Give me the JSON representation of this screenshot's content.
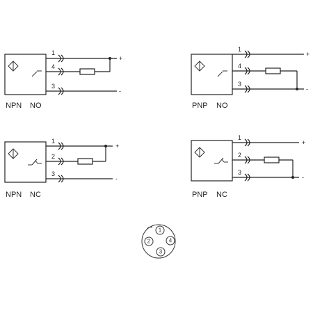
{
  "diagrams": [
    {
      "id": "npn-no",
      "type_label": "NPN",
      "mode_label": "NO",
      "pins": [
        "1",
        "4",
        "3"
      ],
      "supply": [
        "+",
        "-"
      ]
    },
    {
      "id": "pnp-no",
      "type_label": "PNP",
      "mode_label": "NO",
      "pins": [
        "1",
        "4",
        "3"
      ],
      "supply": [
        "+",
        "-"
      ]
    },
    {
      "id": "npn-nc",
      "type_label": "NPN",
      "mode_label": "NC",
      "pins": [
        "1",
        "2",
        "3"
      ],
      "supply": [
        "+",
        "-"
      ]
    },
    {
      "id": "pnp-nc",
      "type_label": "PNP",
      "mode_label": "NC",
      "pins": [
        "1",
        "2",
        "3"
      ],
      "supply": [
        "+",
        "-"
      ]
    }
  ],
  "connector": {
    "pins": [
      "1",
      "2",
      "3",
      "4"
    ]
  }
}
